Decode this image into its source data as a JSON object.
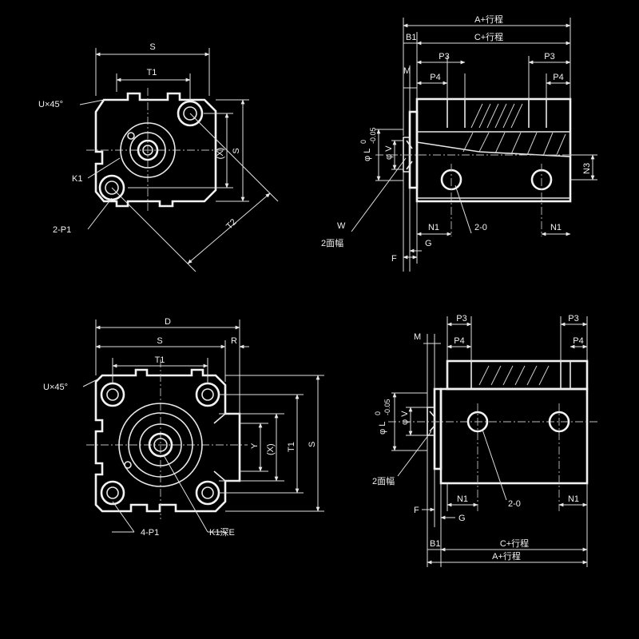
{
  "colors": {
    "background": "#000000",
    "line": "#e8e8e8"
  },
  "view_top_left": {
    "S": "S",
    "T1": "T1",
    "U": "U×45°",
    "K1": "K1",
    "P1": "2-P1",
    "X": "(X)",
    "S_side": "S",
    "T2": "T2"
  },
  "view_top_right": {
    "A": "A+行程",
    "B1": "B1",
    "C": "C+行程",
    "M": "M",
    "P3_left": "P3",
    "P3_right": "P3",
    "P4_left": "P4",
    "P4_right": "P4",
    "L": "φ L",
    "L_tol_top": "0",
    "L_tol_bottom": "-0.05",
    "V": "φ V",
    "N3": "N3",
    "W": "W",
    "flats": "2面幅",
    "N1_left": "N1",
    "O": "2-0",
    "N1_right": "N1",
    "G": "G",
    "F": "F"
  },
  "view_bottom_left": {
    "D": "D",
    "S": "S",
    "R": "R",
    "T1": "T1",
    "U": "U×45°",
    "Y": "Y",
    "X": "(X)",
    "T1_side": "T1",
    "S_side": "S",
    "P1": "4-P1",
    "K1E": "K1深E"
  },
  "view_bottom_right": {
    "M": "M",
    "P3_left": "P3",
    "P3_right": "P3",
    "P4_left": "P4",
    "P4_right": "P4",
    "L": "φ L",
    "L_tol_top": "0",
    "L_tol_bottom": "-0.05",
    "V": "φ V",
    "flats": "2面幅",
    "F": "F",
    "G": "G",
    "N1_left": "N1",
    "O": "2-0",
    "N1_right": "N1",
    "B1": "B1",
    "C": "C+行程",
    "A": "A+行程"
  }
}
